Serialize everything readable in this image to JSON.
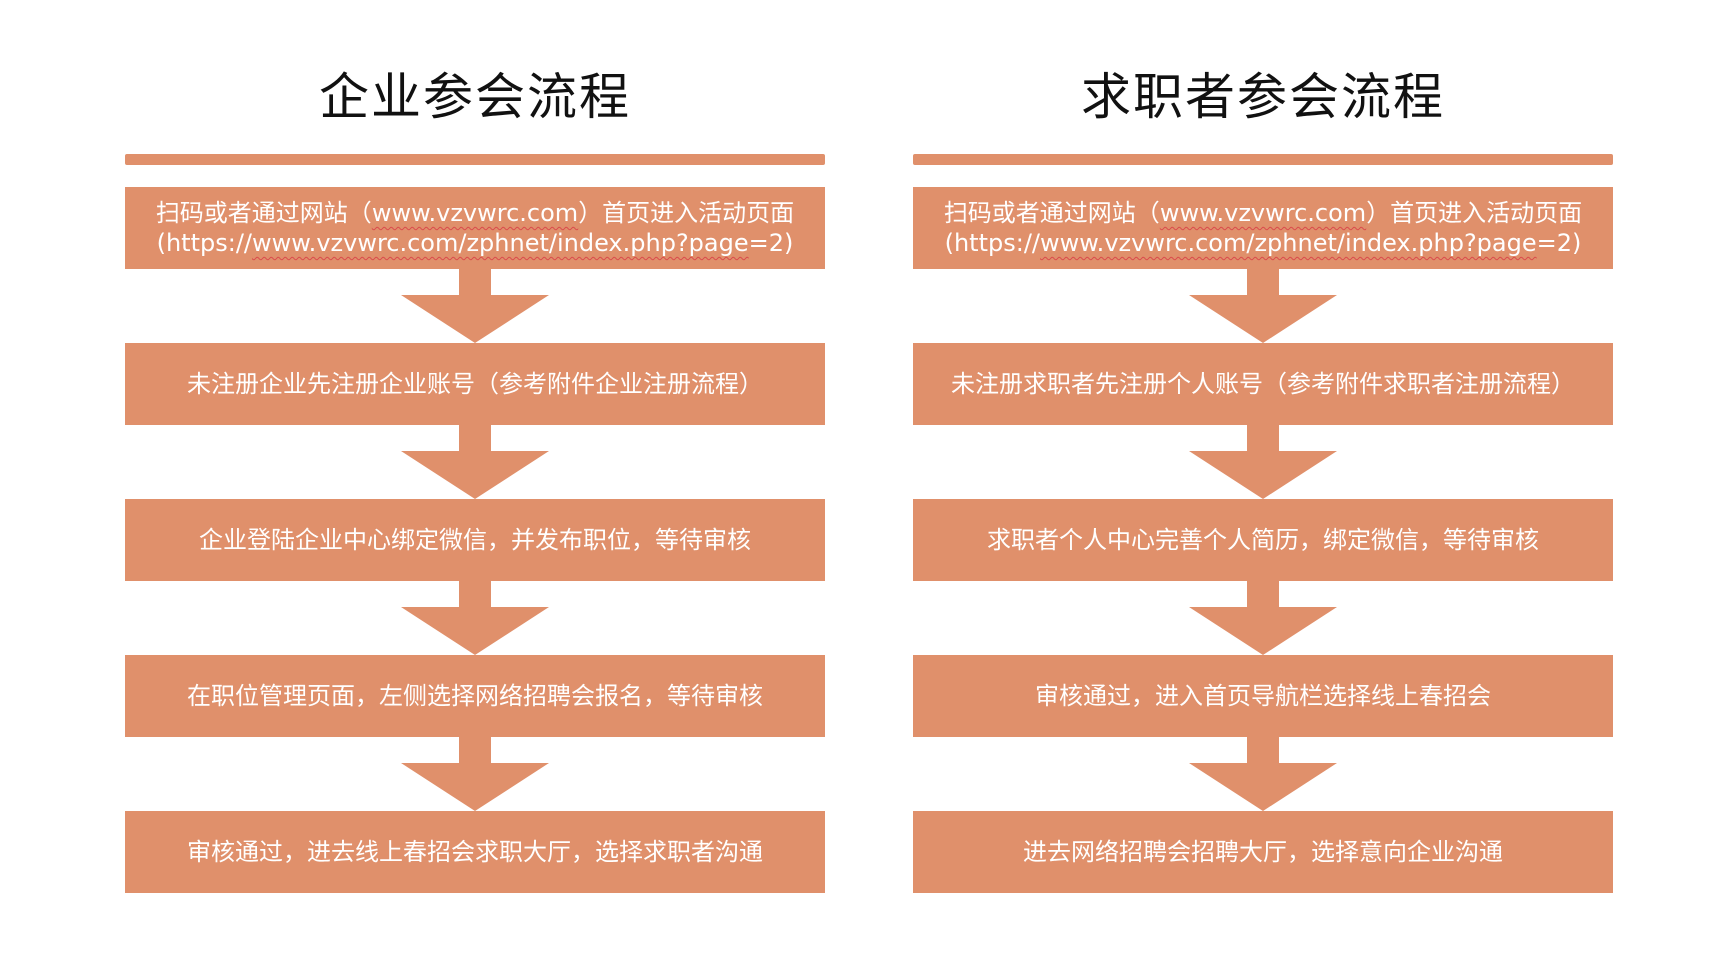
{
  "colors": {
    "box": "#e0906b",
    "text": "#ffffff",
    "title": "#111111"
  },
  "left": {
    "title": "企业参会流程",
    "step1": {
      "line1_prefix": "扫码或者通过网站（",
      "line1_url": "www.vzvwrc.com",
      "line1_suffix": "）首页进入活动页面",
      "line2_prefix": "(https://",
      "line2_url": "www.vzvwrc.com/zphnet/index.php?page",
      "line2_suffix": "=2)"
    },
    "step2": "未注册企业先注册企业账号（参考附件企业注册流程）",
    "step3": "企业登陆企业中心绑定微信，并发布职位，等待审核",
    "step4": "在职位管理页面，左侧选择网络招聘会报名，等待审核",
    "step5": "审核通过，进去线上春招会求职大厅，选择求职者沟通"
  },
  "right": {
    "title": "求职者参会流程",
    "step1": {
      "line1_prefix": "扫码或者通过网站（",
      "line1_url": "www.vzvwrc.com",
      "line1_suffix": "）首页进入活动页面",
      "line2_prefix": "(https://",
      "line2_url": "www.vzvwrc.com/zphnet/index.php?page",
      "line2_suffix": "=2)"
    },
    "step2": "未注册求职者先注册个人账号（参考附件求职者注册流程）",
    "step3": "求职者个人中心完善个人简历，绑定微信，等待审核",
    "step4": "审核通过，进入首页导航栏选择线上春招会",
    "step5": "进去网络招聘会招聘大厅，选择意向企业沟通"
  }
}
